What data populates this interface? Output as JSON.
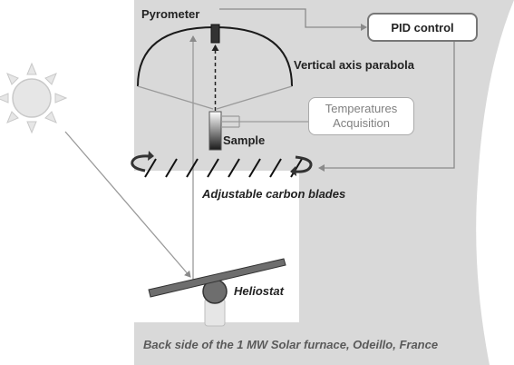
{
  "labels": {
    "pyrometer": "Pyrometer",
    "pid_control": "PID control",
    "vertical_axis_parabola": "Vertical axis parabola",
    "temperatures_acquisition_line1": "Temperatures",
    "temperatures_acquisition_line2": "Acquisition",
    "sample": "Sample",
    "adjustable_carbon_blades": "Adjustable carbon blades",
    "heliostat": "Heliostat",
    "caption": "Back side of the 1 MW Solar furnace, Odeillo, France"
  },
  "icons": [
    "sun-icon",
    "rotation-arrow-left-icon",
    "rotation-arrow-right-icon"
  ],
  "colors": {
    "building": "#d9d9d9",
    "sky": "#ffffff",
    "sun": "#e6e6e6",
    "sun_outline": "#c9c9c9",
    "heliostat_mirror": "#6e6e6e",
    "pid_box_border": "#777777",
    "acquisition_box_border": "#aaaaaa",
    "acquisition_text": "#808080",
    "caption_text": "#5a5a5a"
  }
}
